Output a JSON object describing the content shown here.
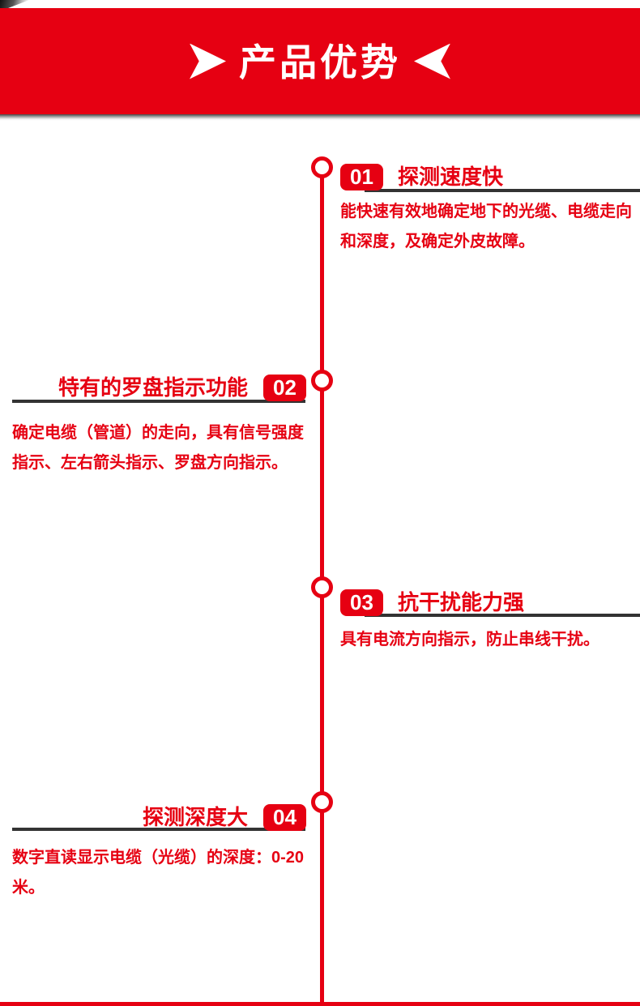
{
  "banner": {
    "title": "产品优势",
    "left_arrow_icon": "right-pointing-triangle-arrow",
    "right_arrow_icon": "left-pointing-triangle-arrow"
  },
  "items": [
    {
      "number": "01",
      "title": "探测速度快",
      "body": "能快速有效地确定地下的光缆、电缆走向\n和深度，及确定外皮故障。",
      "side": "right"
    },
    {
      "number": "02",
      "title": "特有的罗盘指示功能",
      "body": "确定电缆（管道）的走向，具有信号强度\n指示、左右箭头指示、罗盘方向指示。",
      "side": "left"
    },
    {
      "number": "03",
      "title": "抗干扰能力强",
      "body": "具有电流方向指示，防止串线干扰。",
      "side": "right"
    },
    {
      "number": "04",
      "title": "探测深度大",
      "body": "数字直读显示电缆（光缆）的深度：0-20\n米。",
      "side": "left"
    }
  ],
  "colors": {
    "accent_red": "#e60012",
    "rule_dark": "#333333",
    "background": "#ffffff",
    "banner_text": "#ffffff"
  }
}
